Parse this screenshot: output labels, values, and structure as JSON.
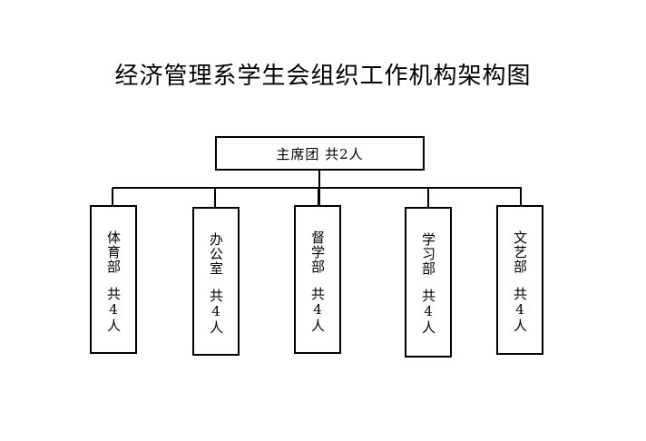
{
  "title": "经济管理系学生会组织工作机构架构图",
  "top_box": {
    "label": "主席团 共2人"
  },
  "departments": [
    {
      "name": "体育部",
      "count": "共4人"
    },
    {
      "name": "办公室",
      "count": "共4人"
    },
    {
      "name": "督学部",
      "count": "共4人"
    },
    {
      "name": "学习部",
      "count": "共4人"
    },
    {
      "name": "文艺部",
      "count": "共4人"
    }
  ]
}
